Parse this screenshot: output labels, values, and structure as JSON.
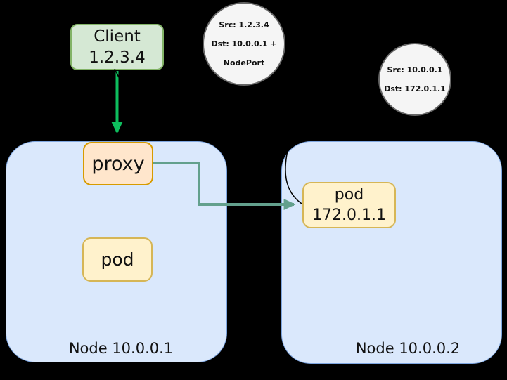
{
  "colors": {
    "background": "#000000",
    "text": "#111111",
    "node_fill": "#dae8fc",
    "node_border": "#7ea6e0",
    "client_fill": "#d5e8d4",
    "client_border": "#82b366",
    "proxy_fill": "#ffe6cc",
    "proxy_border": "#d79b00",
    "pod_fill": "#fff2cc",
    "pod_border": "#d6b656",
    "packet_fill": "#f5f5f5",
    "packet_border": "#666666",
    "arrow_green": "#0ebe5e",
    "arrow_teal": "#63a08d",
    "line_black": "#000000"
  },
  "client": {
    "line1": "Client",
    "line2": "1.2.3.4"
  },
  "packet1": {
    "lines": [
      "Src: 1.2.3.4",
      "Dst: 10.0.0.1 +",
      "NodePort"
    ]
  },
  "packet2": {
    "lines": [
      "Src: 10.0.0.1",
      "Dst: 172.0.1.1"
    ]
  },
  "node1": {
    "label": "Node 10.0.0.1",
    "proxy_label": "proxy",
    "pod_label": "pod"
  },
  "node2": {
    "label": "Node 10.0.0.2",
    "pod_line1": "pod",
    "pod_line2": "172.0.1.1"
  }
}
